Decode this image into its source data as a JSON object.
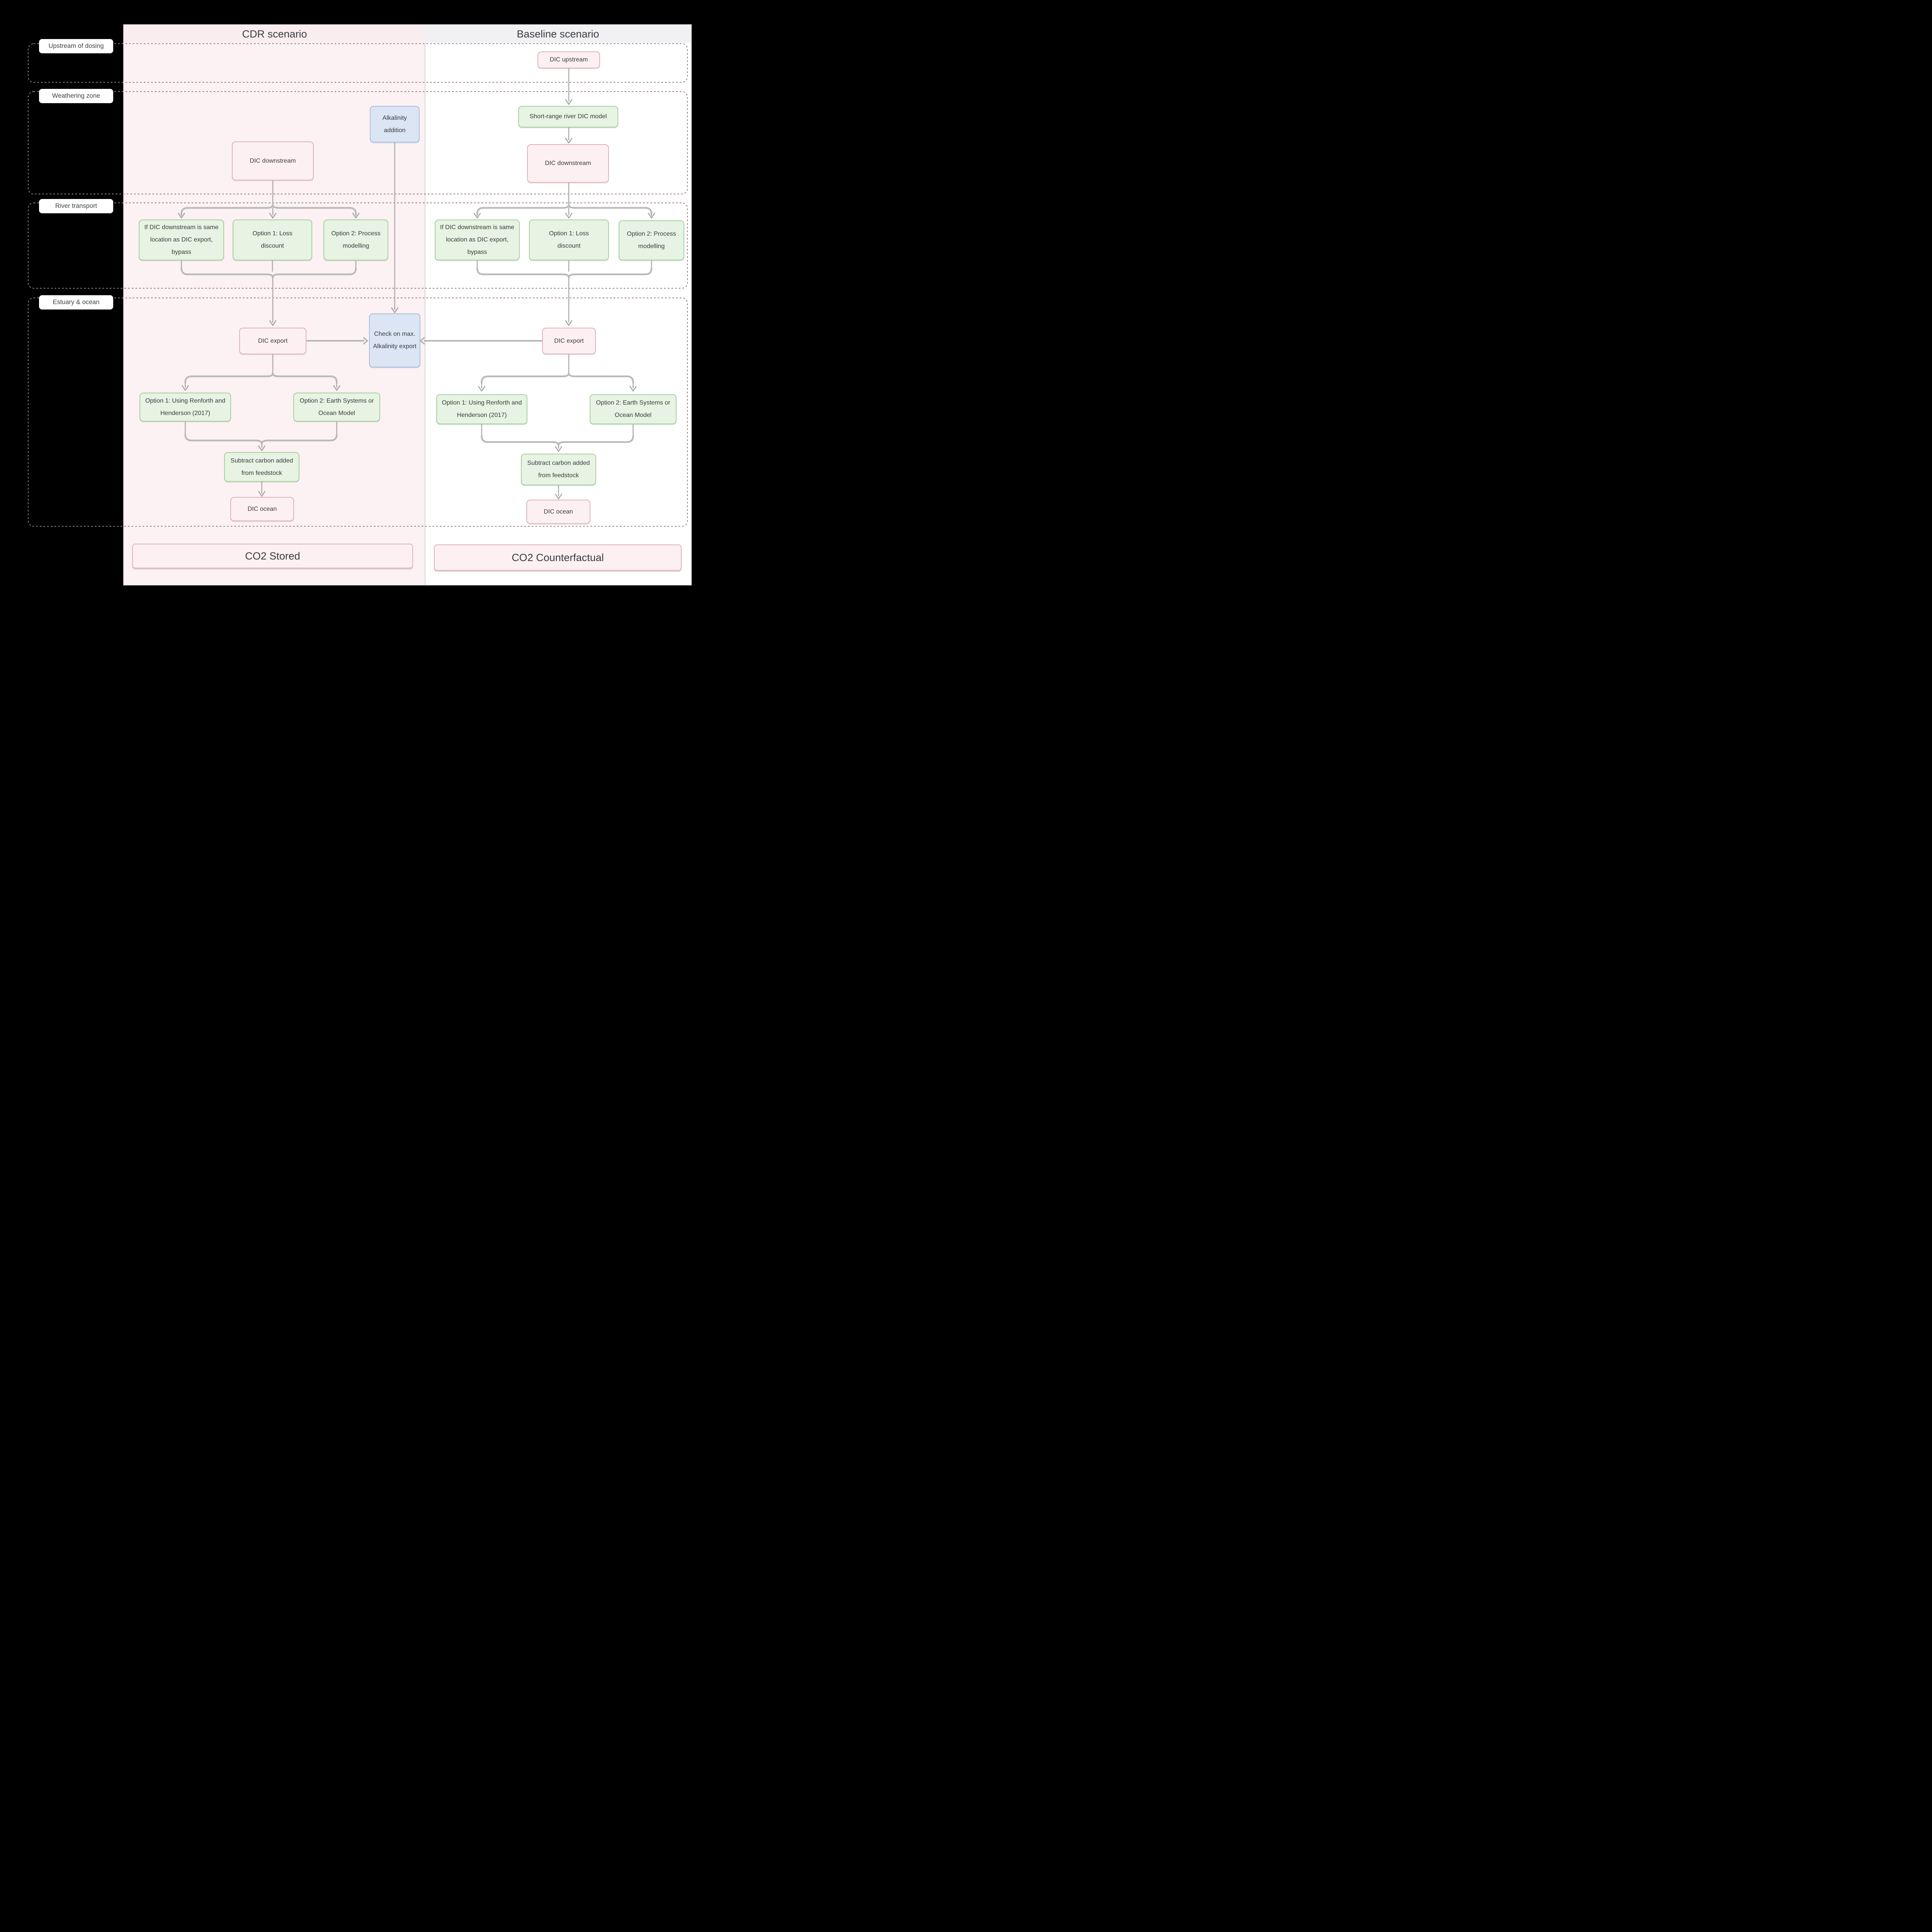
{
  "header": {
    "cdr_title": "CDR scenario",
    "baseline_title": "Baseline scenario"
  },
  "zones": {
    "upstream": "Upstream of dosing",
    "weathering": "Weathering zone",
    "river": "River transport",
    "estuary": "Estuary & ocean"
  },
  "nodes": {
    "dic_upstream": "DIC upstream",
    "short_range_model": "Short-range river DIC model",
    "alkalinity_addition": "Alkalinity addition",
    "dic_downstream_cdr": "DIC downstream",
    "dic_downstream_baseline": "DIC downstream",
    "bypass_cdr": "If DIC downstream is same location as DIC export, bypass",
    "bypass_baseline": "If DIC downstream is same location as DIC export, bypass",
    "loss_discount_cdr": "Option 1: Loss discount",
    "loss_discount_baseline": "Option 1: Loss discount",
    "process_modelling_cdr": "Option 2: Process modelling",
    "process_modelling_baseline": "Option 2: Process modelling",
    "dic_export_cdr": "DIC export",
    "dic_export_baseline": "DIC export",
    "check_max_alkalinity": "Check on max. Alkalinity export",
    "renforth_cdr": "Option 1: Using Renforth and Henderson (2017)",
    "renforth_baseline": "Option 1: Using Renforth and Henderson (2017)",
    "earth_systems_cdr": "Option 2: Earth Systems or Ocean Model",
    "earth_systems_baseline": "Option 2: Earth Systems or Ocean Model",
    "subtract_carbon_cdr": "Subtract carbon added from feedstock",
    "subtract_carbon_baseline": "Subtract carbon added from feedstock",
    "dic_ocean_cdr": "DIC ocean",
    "dic_ocean_baseline": "DIC ocean"
  },
  "results": {
    "cdr": "CO2 Stored",
    "baseline": "CO2 Counterfactual"
  },
  "colors": {
    "background": "#000000",
    "cdr_panel": "#fcf1f3",
    "baseline_panel": "#ffffff",
    "cdr_header": "#f9edef",
    "baseline_header": "#f1f1f3",
    "green_fill": "#e7f3e3",
    "green_border": "#a8cf9e",
    "pink_fill": "#fdf0f2",
    "pink_border": "#dcb3bb",
    "blue_fill": "#dbe5f3",
    "blue_border": "#a9bfdd",
    "zone_dash": "#93807e",
    "connector": "#a9a9a9"
  }
}
